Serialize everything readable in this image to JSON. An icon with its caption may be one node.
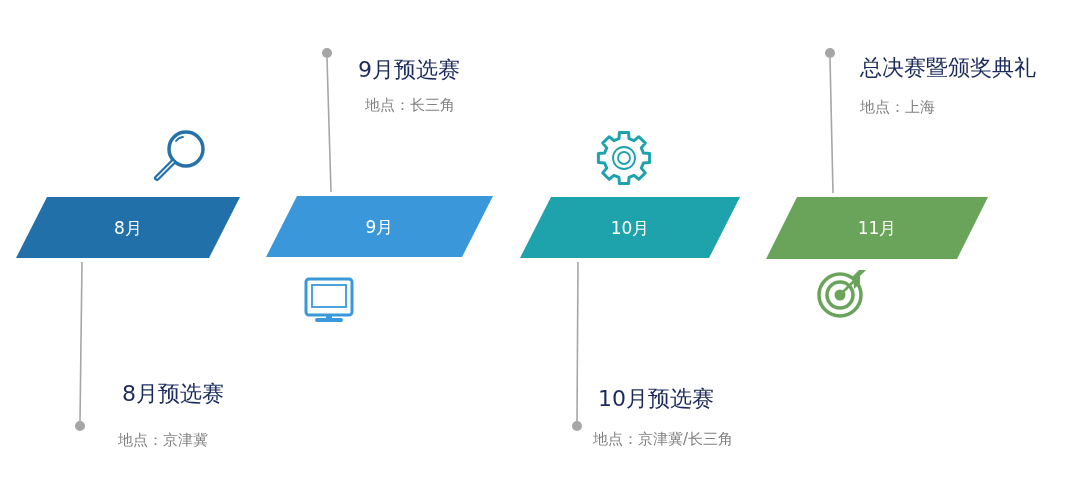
{
  "diagram": {
    "nodes": [
      {
        "text": [
          "8月"
        ]
      },
      {
        "text": [
          "9月"
        ]
      },
      {
        "text": [
          "10月"
        ]
      },
      {
        "text": [
          "11月"
        ]
      },
      {
        "text": [],
        "shape": "circle",
        "beside": [
          "8月预选赛",
          "地点：京津冀"
        ]
      },
      {
        "text": [],
        "shape": "circle",
        "beside": [
          "9月预选赛",
          "地点：长三角"
        ]
      },
      {
        "text": [],
        "shape": "circle",
        "beside": [
          "10月预选赛",
          "地点：京津冀/长三角"
        ]
      },
      {
        "text": [],
        "shape": "circle",
        "beside": [
          "总决赛暨颁奖典礼",
          "地点：上海"
        ]
      }
    ],
    "edges": [
      {
        "from": 0,
        "to": 4,
        "arrow": "none"
      },
      {
        "from": 1,
        "to": 5,
        "arrow": "none"
      },
      {
        "from": 2,
        "to": 6,
        "arrow": "none"
      },
      {
        "from": 3,
        "to": 7,
        "arrow": "none"
      }
    ]
  }
}
